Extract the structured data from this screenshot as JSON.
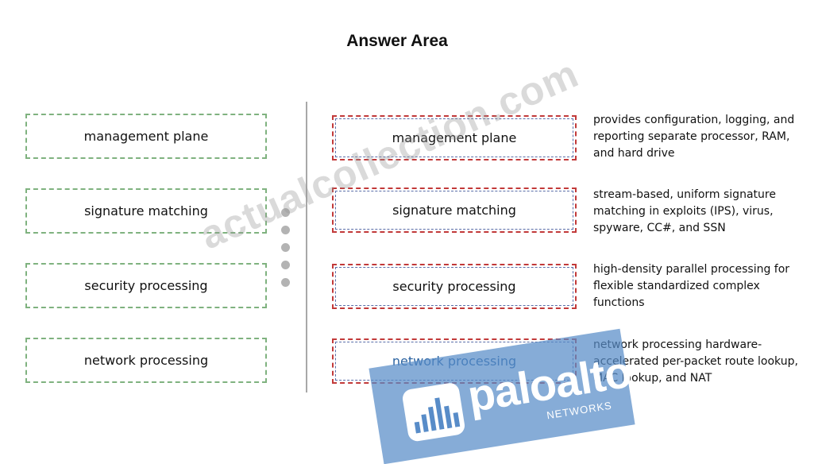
{
  "title": "Answer Area",
  "left_items": [
    {
      "label": "management plane"
    },
    {
      "label": "signature matching"
    },
    {
      "label": "security processing"
    },
    {
      "label": "network processing"
    }
  ],
  "right_items": [
    {
      "label": "management plane",
      "description": "provides configuration, logging, and reporting separate processor, RAM, and hard drive"
    },
    {
      "label": "signature matching",
      "description": "stream-based, uniform signature matching in exploits (IPS), virus, spyware, CC#, and SSN"
    },
    {
      "label": "security processing",
      "description": "high-density parallel processing for flexible standardized complex functions"
    },
    {
      "label": "network processing",
      "description": "network processing hardware-accelerated per-packet route lookup, MAC lookup, and NAT"
    }
  ],
  "watermark": "actualcollection.com",
  "logo": {
    "text": "paloalto",
    "sub": "NETWORKS",
    "color": "#588cc8"
  }
}
